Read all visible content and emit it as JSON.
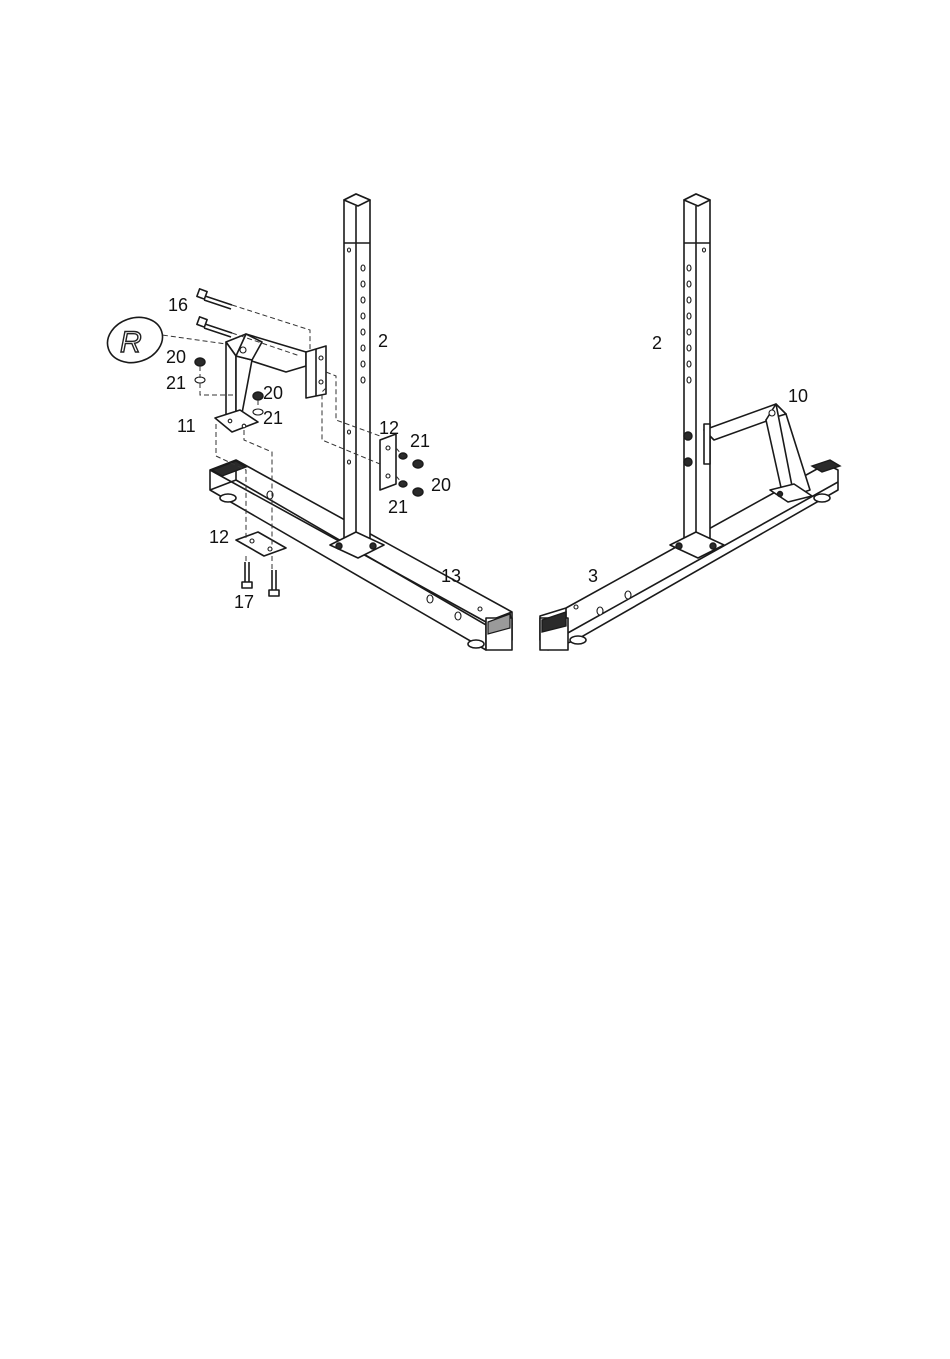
{
  "labels": {
    "left_upright": "2",
    "right_upright": "2",
    "bolt_16": "16",
    "nut_20_a": "20",
    "washer_21_a": "21",
    "nut_20_b": "20",
    "washer_21_b": "21",
    "support_11": "11",
    "plate_12_upper": "12",
    "washer_21_c": "21",
    "nut_20_c": "20",
    "washer_21_d": "21",
    "plate_12_lower": "12",
    "base_13": "13",
    "bolt_17": "17",
    "support_10": "10",
    "base_3": "3"
  },
  "logo": {
    "letter": "R"
  },
  "colors": {
    "line": "#1a1a1a",
    "background": "#ffffff",
    "fill_dark": "#2a2a2a"
  }
}
